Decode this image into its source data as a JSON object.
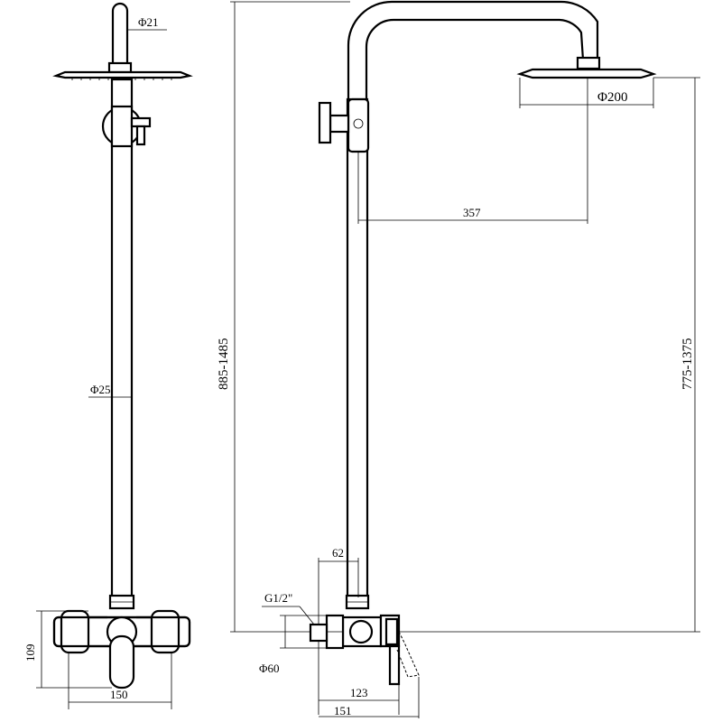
{
  "dimensions": {
    "arm_diameter": "Φ21",
    "head_diameter": "Φ200",
    "arm_reach": "357",
    "pipe_diameter": "Φ25",
    "total_height": "885-1485",
    "head_height": "775-1375",
    "valve_offset": "62",
    "inlet_thread": "G1/2\"",
    "flange_diameter": "Φ60",
    "mixer_height": "109",
    "mixer_width": "150",
    "valve_depth": "123",
    "total_depth": "151"
  }
}
